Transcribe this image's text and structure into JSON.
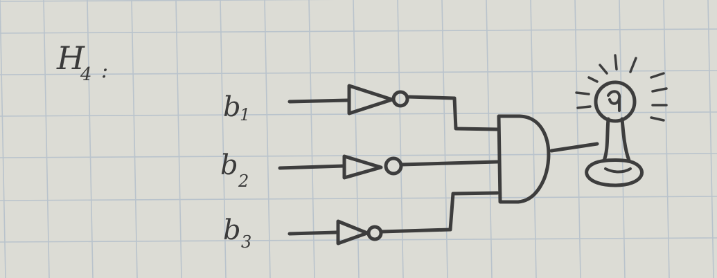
{
  "diagram": {
    "title": "H",
    "title_subscript": "4",
    "title_suffix": ":",
    "inputs": [
      {
        "name": "b",
        "subscript": "1"
      },
      {
        "name": "b",
        "subscript": "2"
      },
      {
        "name": "b",
        "subscript": "3"
      }
    ],
    "gates": {
      "inverters": [
        "NOT",
        "NOT",
        "NOT"
      ],
      "combiner": "AND"
    },
    "output_icon": "light-bulb-icon",
    "colors": {
      "paper": "#dcdcd5",
      "grid": "#b9c3cc",
      "ink": "#3d3d3d"
    }
  }
}
